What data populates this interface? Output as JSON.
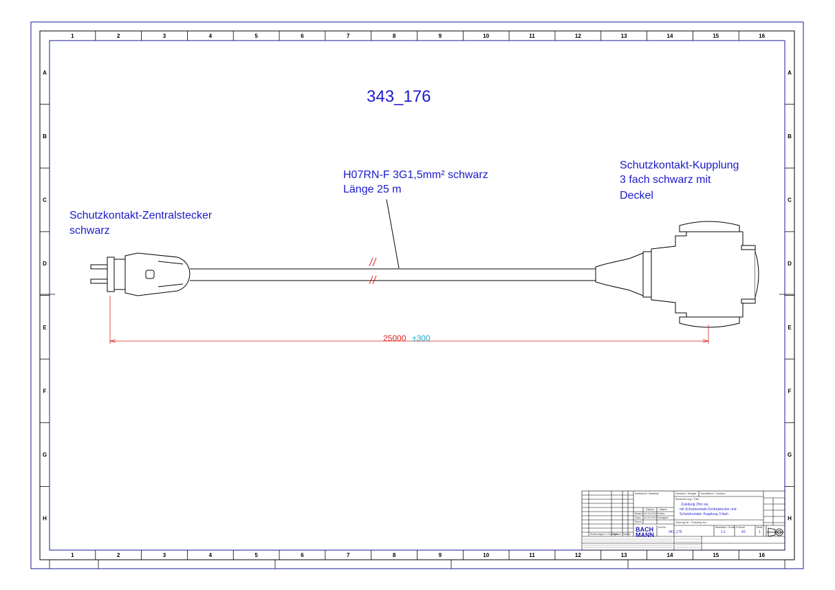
{
  "drawing": {
    "title": "343_176",
    "plug_label_line1": "Schutzkontakt-Zentralstecker",
    "plug_label_line2": "schwarz",
    "cable_label_line1": "H07RN-F 3G1,5mm² schwarz",
    "cable_label_line2": "Länge 25 m",
    "coupling_label_line1": "Schutzkontakt-Kupplung",
    "coupling_label_line2": "3 fach schwarz mit",
    "coupling_label_line3": "Deckel",
    "dimension_value": "25000",
    "dimension_tolerance": "±300"
  },
  "frame": {
    "columns": [
      "1",
      "2",
      "3",
      "4",
      "5",
      "6",
      "7",
      "8",
      "9",
      "10",
      "11",
      "12",
      "13",
      "14",
      "15",
      "16"
    ],
    "rows": [
      "A",
      "B",
      "C",
      "D",
      "E",
      "F",
      "G",
      "H"
    ]
  },
  "title_block": {
    "material_header": "Werkstoff / Material:",
    "surface_header": "Gewicht / Weight",
    "surface_header2": "Oberfläche / Surface",
    "designation_header": "Bezeichnung / Title:",
    "designation_line1": "Zuleitung 25m sw,",
    "designation_line2": "mit Schutzkontakt-Zentralstecker und",
    "designation_line3": "Schutzkontakt- Kupplung 3-fach",
    "date_header": "Datum",
    "name_header": "Name",
    "drawn_label": "Bearb.",
    "drawn_date": "12.04.2019",
    "drawn_name": "Hubs",
    "checked_label": "Gepr.",
    "checked_date": "12.04.2019",
    "checked_name": "Vangaer",
    "norm_label": "Norm",
    "drawing_no_header": "Zeichng.Nr. / Drawing No.",
    "logo_line1": "BACH",
    "logo_line2": "MANN",
    "part_no_header": "Art.Nr.:",
    "part_no": "343_176",
    "scale_header": "Maßstab / Scale",
    "scale": "1:1",
    "format_header": "Format",
    "format": "A1",
    "sheet_header": "Blatt",
    "sheet": "1",
    "revision_header": "Änderungen / Changes",
    "date_col": "Datum",
    "name_col": "Name"
  },
  "colors": {
    "frame": "#1a1a99",
    "label": "#1a1acc",
    "dimension": "#dd2222",
    "tolerance": "#22aacc",
    "break_mark": "#dd2222",
    "outline": "#000000"
  }
}
